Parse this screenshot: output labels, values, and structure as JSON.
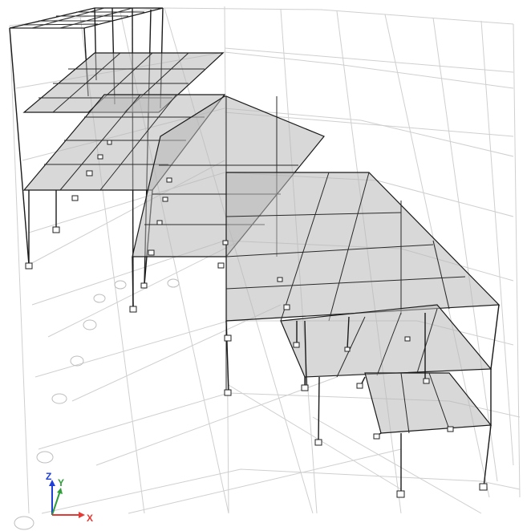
{
  "model_view": {
    "axis_triad": {
      "x_label": "X",
      "y_label": "Y",
      "z_label": "Z",
      "x_color": "#e53935",
      "y_color": "#2e9e3a",
      "z_color": "#1e3fd8"
    },
    "colors": {
      "background": "#ffffff",
      "gridlines": "#cfcfcf",
      "frames": "#1a1a1a",
      "slabs": "#b8b8b8"
    }
  }
}
